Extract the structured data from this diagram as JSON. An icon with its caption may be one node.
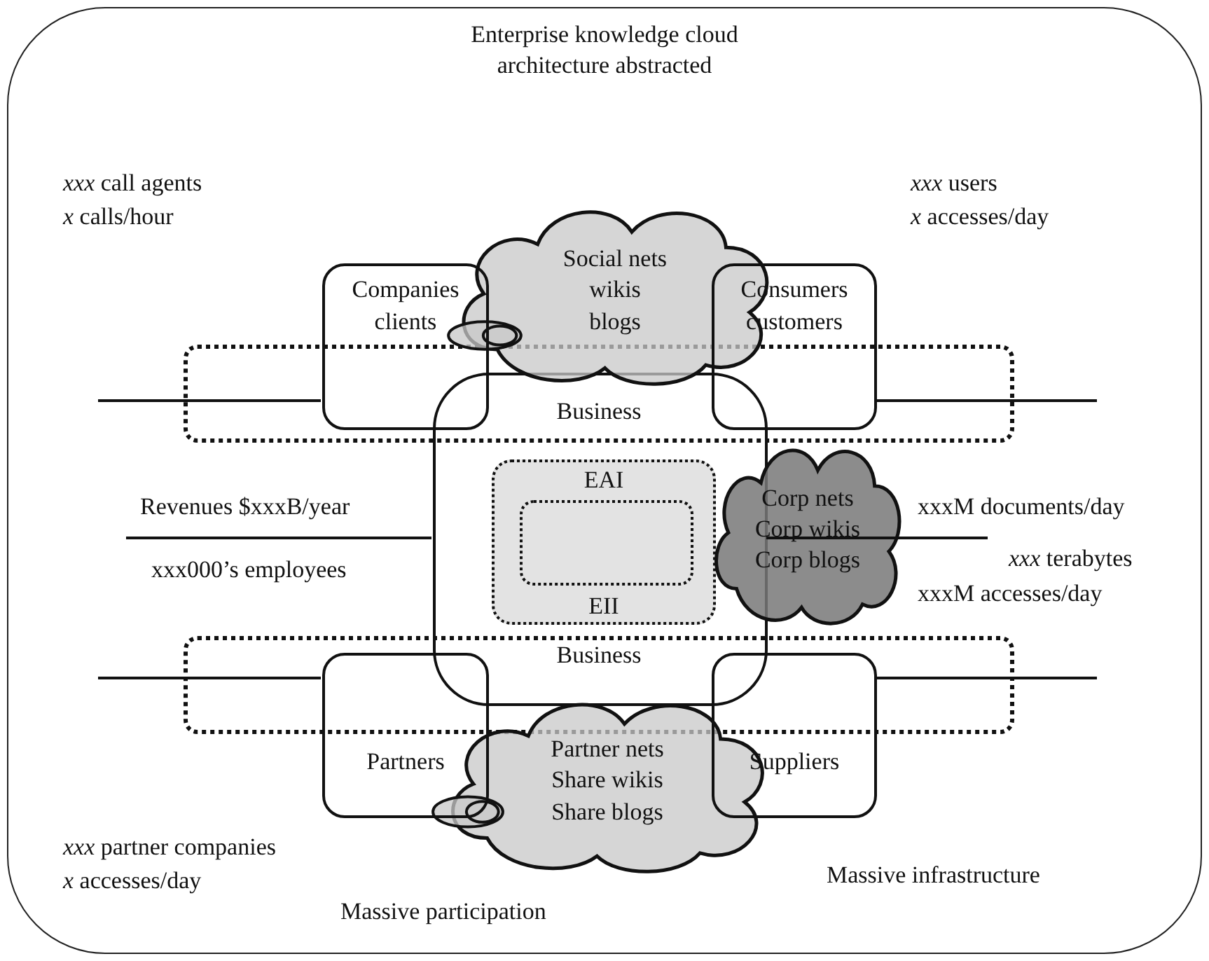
{
  "diagram": {
    "nodes": [
      {
        "text": [
          "Enterprise knowledge cloud architecture abstracted"
        ]
      },
      {
        "text": [
          "Companies clients"
        ],
        "in": 0
      },
      {
        "text": [
          "Consumers customers"
        ],
        "in": 0
      },
      {
        "text": [
          "Business"
        ],
        "in": 0
      },
      {
        "text": [
          "Social nets",
          "wikis",
          "blogs"
        ],
        "in": 0
      },
      {
        "text": [],
        "shape": "cloud",
        "in": 0
      },
      {
        "text": [],
        "shape": "box",
        "in": 0
      },
      {
        "text": [
          "EAI",
          "EII"
        ],
        "in": 6
      },
      {
        "text": [],
        "shape": "box",
        "in": 7
      },
      {
        "text": [
          "Corp nets",
          "Corp wikis",
          "Corp blogs"
        ],
        "in": 0
      },
      {
        "text": [
          "Business"
        ],
        "in": 0
      },
      {
        "text": [
          "Partners"
        ],
        "in": 0
      },
      {
        "text": [
          "Suppliers"
        ],
        "in": 0
      },
      {
        "text": [
          "Partner nets",
          "Share wikis",
          "Share blogs"
        ],
        "in": 0
      },
      {
        "text": [],
        "shape": "cloud",
        "in": 0
      }
    ],
    "edges": [
      {
        "from": null,
        "to": 1,
        "arrow": "none"
      },
      {
        "from": 2,
        "to": null,
        "arrow": "none"
      },
      {
        "from": null,
        "to": 6,
        "arrow": "none"
      },
      {
        "from": 6,
        "to": null,
        "arrow": "none"
      },
      {
        "from": null,
        "to": 11,
        "arrow": "none"
      },
      {
        "from": 12,
        "to": null,
        "arrow": "none"
      }
    ],
    "labels": [
      "*xxx* call agents",
      "*x* calls/hour",
      "*xxx* users",
      "*x* accesses/day",
      "Revenues $xxxB/year",
      "xxx000’s employees",
      "xxxM documents/day",
      "*xxx* terabytes",
      "xxxM accesses/day",
      "*xxx* partner companies",
      "*x* accesses/day",
      "Massive participation",
      "Massive infrastructure"
    ]
  }
}
